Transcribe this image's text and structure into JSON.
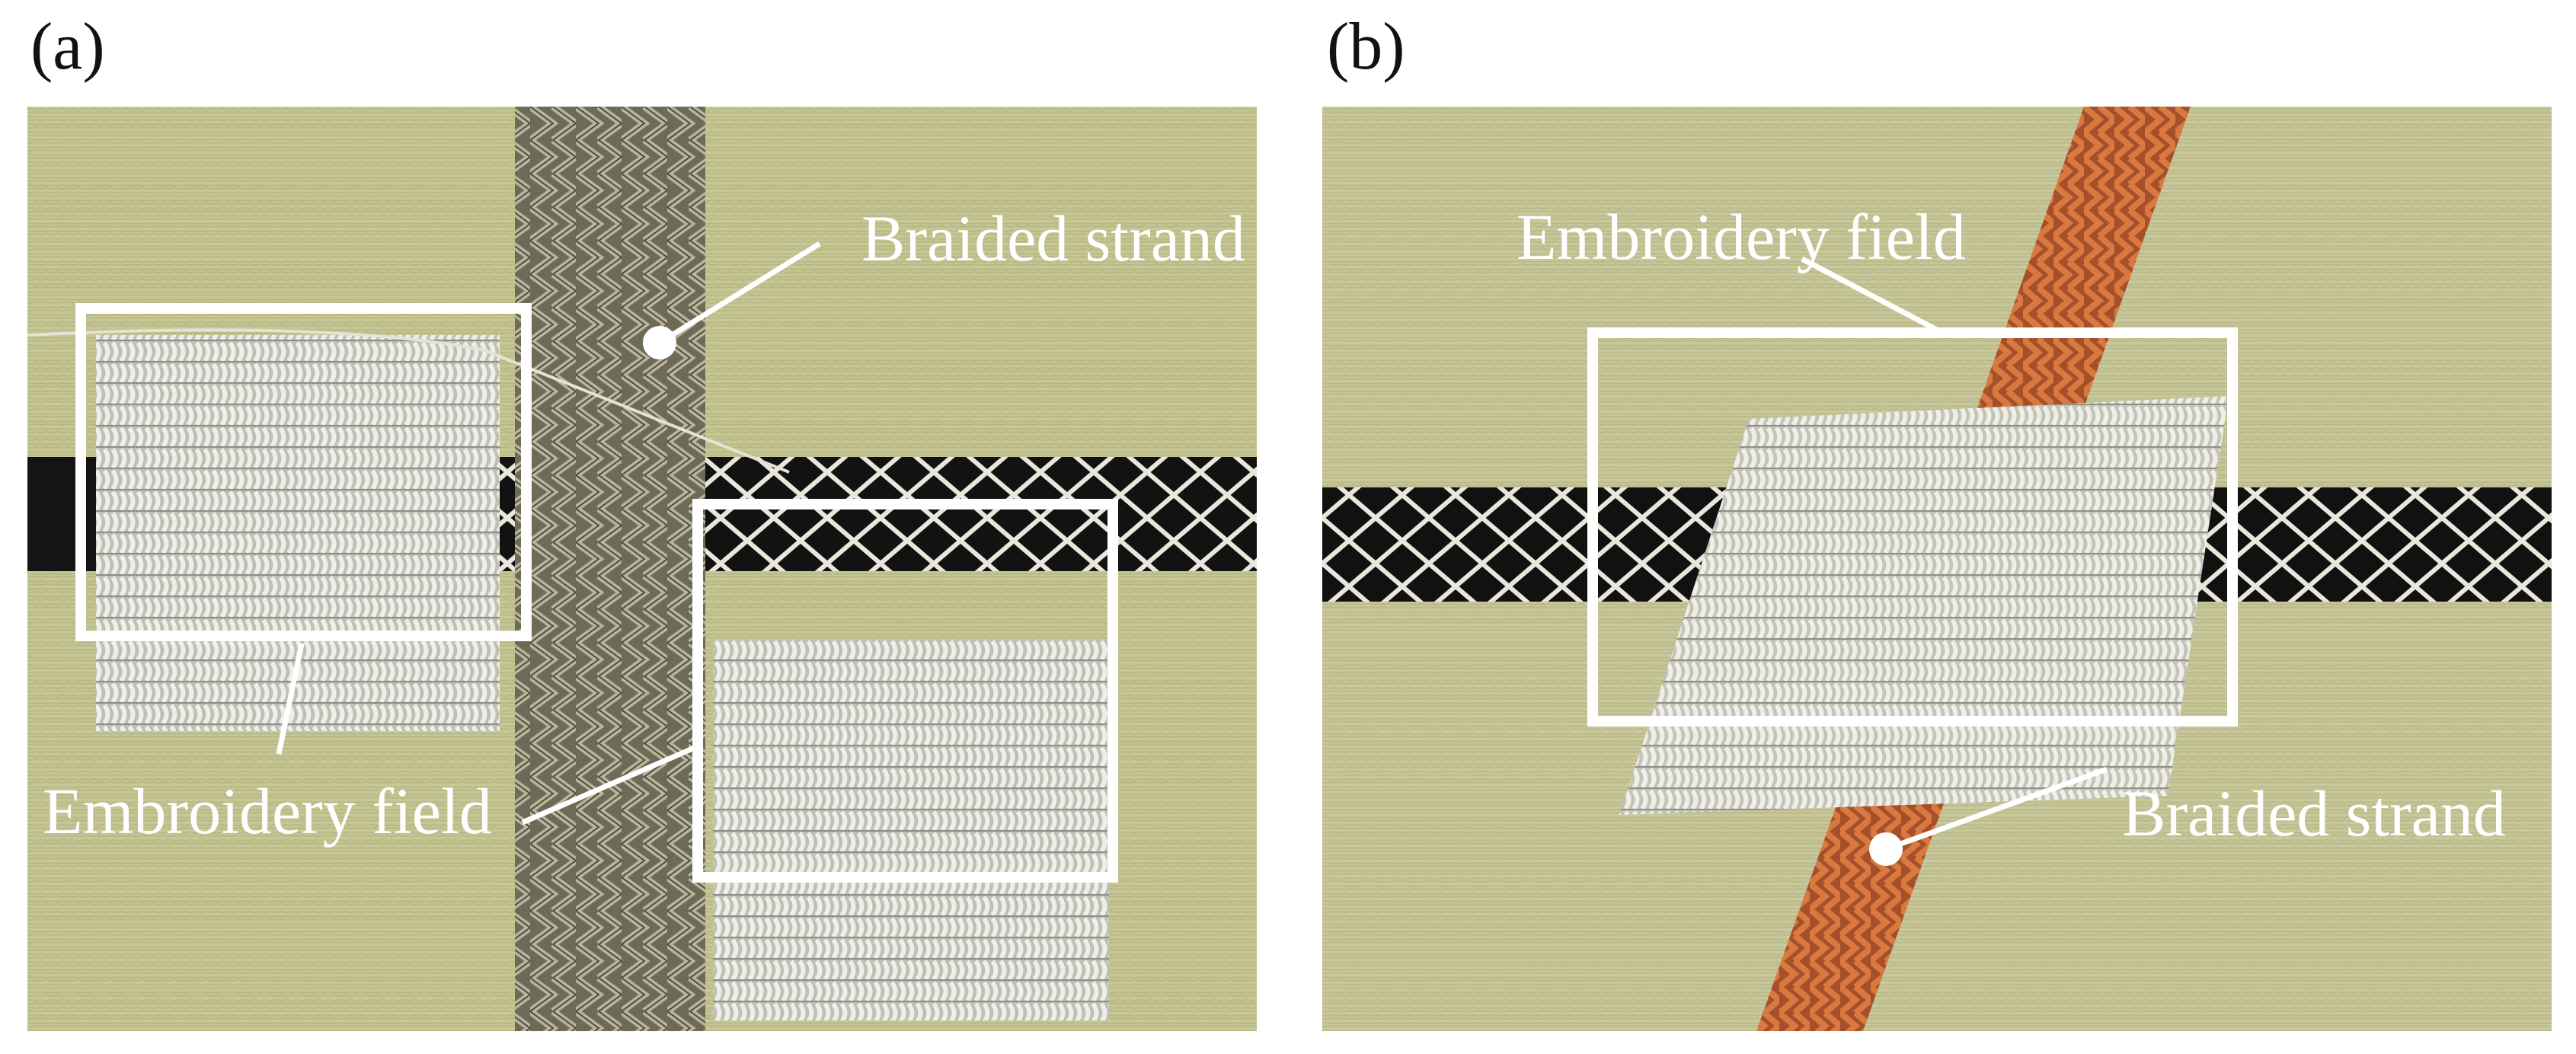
{
  "panels": {
    "a": {
      "label": "(a)",
      "annotations": {
        "braided_strand": "Braided strand",
        "embroidery_field": "Embroidery field"
      },
      "strand_color": "#8f8a74",
      "background_color": "#c7c896"
    },
    "b": {
      "label": "(b)",
      "annotations": {
        "embroidery_field": "Embroidery field",
        "braided_strand": "Braided strand"
      },
      "strand_color": "#b35a2d",
      "background_color": "#c9c89a"
    }
  }
}
